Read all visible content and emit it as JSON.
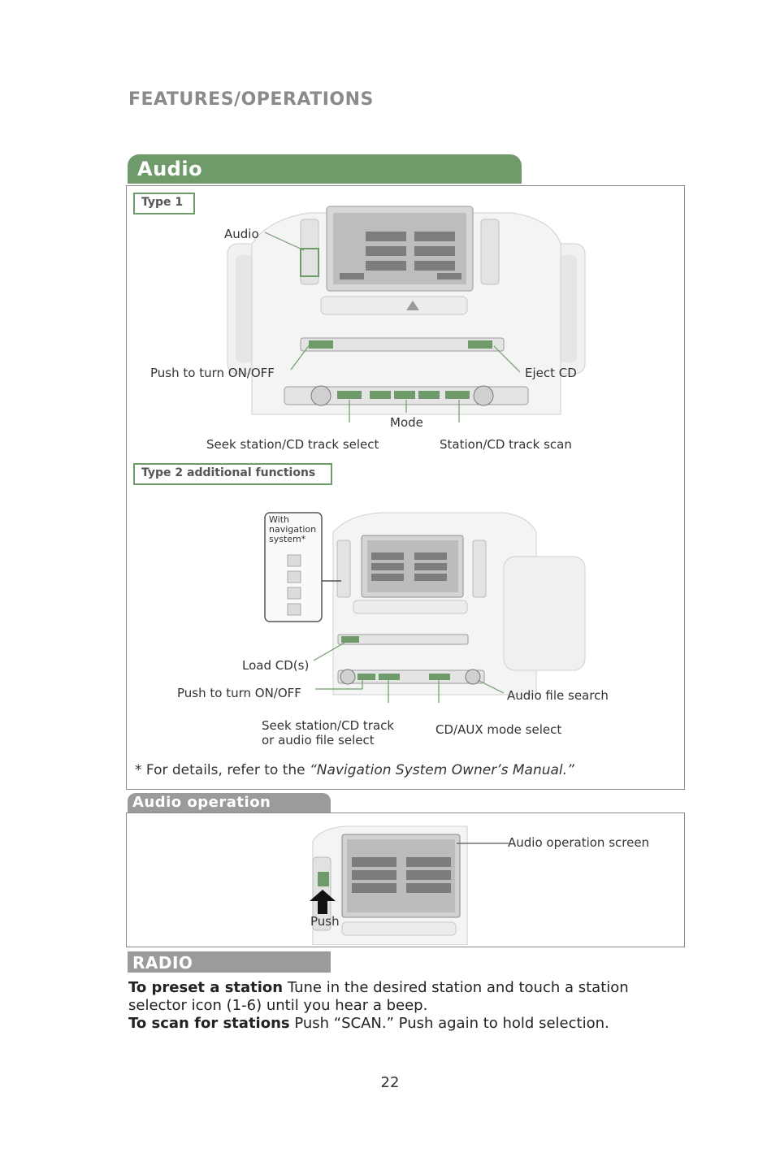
{
  "header": {
    "title": "FEATURES/OPERATIONS"
  },
  "audio_section": {
    "banner": "Audio",
    "type1": {
      "tag": "Type 1",
      "labels": {
        "audio": "Audio",
        "power": "Push to turn ON/OFF",
        "eject": "Eject CD",
        "mode": "Mode",
        "seek": "Seek station/CD track select",
        "scan": "Station/CD track scan"
      }
    },
    "type2": {
      "tag": "Type 2 additional functions",
      "inset_note": "With navigation system*",
      "labels": {
        "load": "Load CD(s)",
        "power": "Push to turn ON/OFF",
        "file_search": "Audio file search",
        "seek_line1": "Seek station/CD track",
        "seek_line2": "or audio file select",
        "cdaux": "CD/AUX mode select"
      }
    },
    "footnote_prefix": "* For details, refer to the ",
    "footnote_title": "“Navigation System Owner’s Manual.”"
  },
  "operation_screen": {
    "banner": "Audio operation screen",
    "label_screen": "Audio operation screen",
    "label_push": "Push"
  },
  "radio": {
    "banner": "RADIO",
    "preset_heading": "To preset a station",
    "preset_text": " Tune in the desired station and touch a station selector icon (1-6) until you hear a beep.",
    "scan_heading": "To scan for stations",
    "scan_text": " Push “SCAN.” Push again to hold selection."
  },
  "page_number": "22",
  "colors": {
    "green": "#6f9b6a",
    "grey_banner": "#9b9b9b",
    "dark_grey": "#8a8a8a"
  }
}
